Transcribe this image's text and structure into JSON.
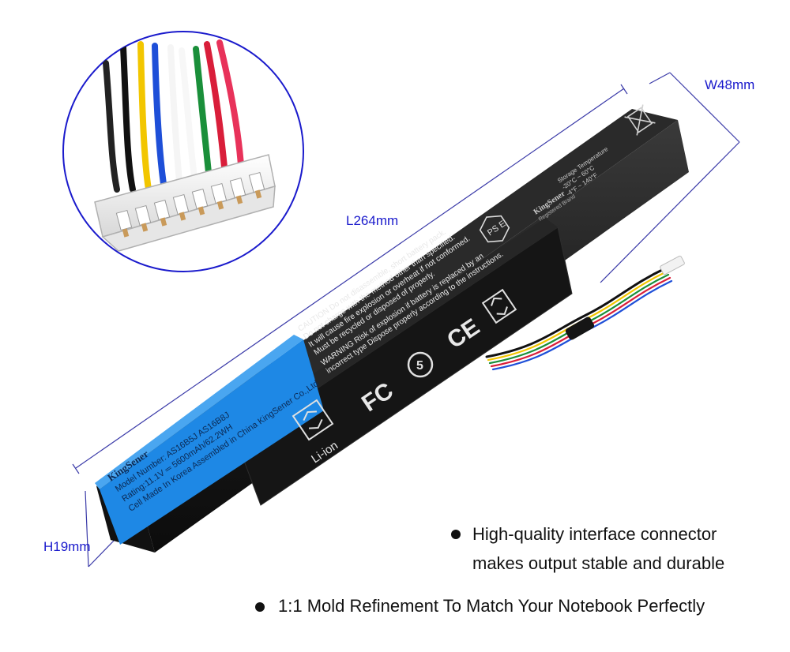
{
  "dimensions": {
    "length": "L264mm",
    "width": "W48mm",
    "height": "H19mm"
  },
  "battery_label": {
    "brand": "KingSener",
    "model_line": "Model Number: AS16B5J  AS16B8J",
    "rating_line": "Rating:11.1V ═ 5600mAh/62.2WH",
    "origin_line": "Cell Made In Korea Assembled in China KingSener Co.,Ltd",
    "caution_lines": [
      "CAUTION  Do not disassemble, short battery pack.",
      "Do not charge with the method other than specified.",
      "It will cause fire explosion or overheat if not conformed.",
      "Must be recycled or disposed of properly."
    ],
    "warning_lines": [
      "WARNING  Risk of explosion if battery is replaced by an",
      "incorrect type Dispose properly according to the instructions."
    ],
    "storage_lines": [
      "Storage Temperature",
      "-20°C ~ 60°C",
      "-4°F ~ 140°F"
    ],
    "brand_small": "KingSener",
    "brand_sub": "Registered Brand",
    "chem_label": "Li-ion",
    "fc_mark": "FC",
    "ce_mark": "CE",
    "pse_mark": "PS E",
    "round_mark": "5"
  },
  "features": [
    {
      "lines": [
        "High-quality interface connector",
        "makes output stable and durable"
      ]
    },
    {
      "lines": [
        "1:1 Mold Refinement To Match Your Notebook Perfectly"
      ]
    }
  ],
  "colors": {
    "dimension_blue": "#1a1acc",
    "label_blue": "#1e88e5",
    "battery_body": "#1b1b1b",
    "wires": [
      "#222222",
      "#111111",
      "#f2c600",
      "#1e4fd8",
      "#f5f5f5",
      "#ffffff",
      "#1a8f3a",
      "#d91e3a",
      "#e8325a"
    ]
  }
}
